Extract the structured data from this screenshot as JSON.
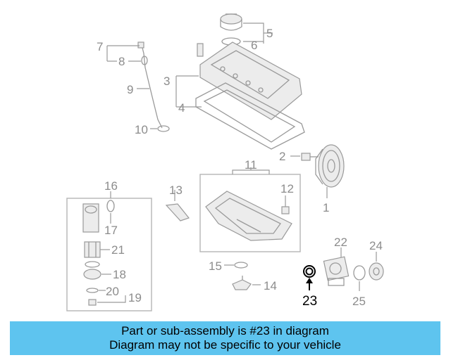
{
  "diagram": {
    "callouts": {
      "c1": "1",
      "c2": "2",
      "c3": "3",
      "c4": "4",
      "c5": "5",
      "c6": "6",
      "c7": "7",
      "c8": "8",
      "c9": "9",
      "c10": "10",
      "c11": "11",
      "c12": "12",
      "c13": "13",
      "c14": "14",
      "c15": "15",
      "c16": "16",
      "c17": "17",
      "c18": "18",
      "c19": "19",
      "c20": "20",
      "c21": "21",
      "c22": "22",
      "c23": "23",
      "c24": "24",
      "c25": "25"
    },
    "highlight_color": "#000000",
    "part_color": "#9a9a9a"
  },
  "banner": {
    "line1": "Part or sub-assembly is #23 in diagram",
    "line2": "Diagram may not be specific to your vehicle",
    "color": "#5ec4ef"
  }
}
